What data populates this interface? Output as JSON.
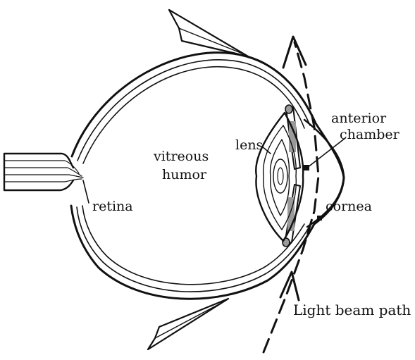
{
  "diagram": {
    "labels": {
      "vitreous_line1": "vitreous",
      "vitreous_line2": "humor",
      "lens": "lens",
      "anterior_line1": "anterior",
      "anterior_line2": "chamber",
      "retina": "retina",
      "cornea": "cornea",
      "light_beam": "Light beam path"
    },
    "colors": {
      "ink": "#111111",
      "shade": "#9a9a9a",
      "background": "#ffffff"
    }
  }
}
